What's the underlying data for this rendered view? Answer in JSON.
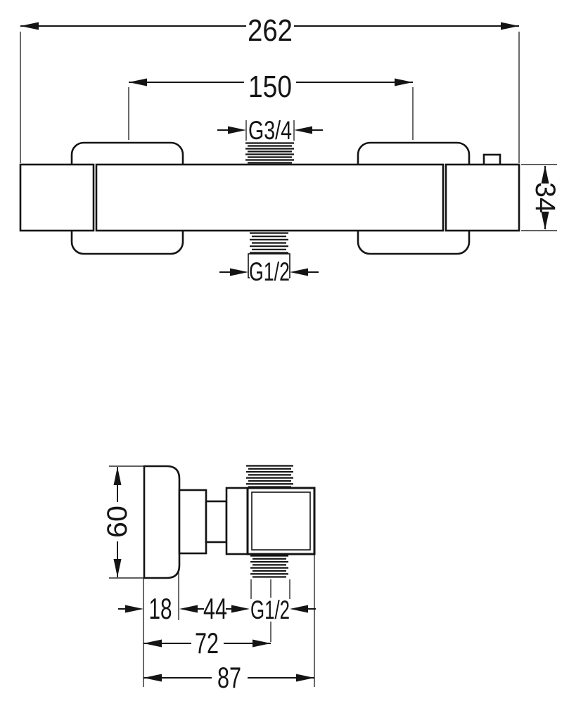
{
  "drawing": {
    "type": "technical-dimension-drawing",
    "subject": "thermostatic shower bar mixer, front and side views with dimensions",
    "line_color": "#141414",
    "background": "#ffffff",
    "front_view": {
      "labels": {
        "total_width": "262",
        "handle_center_distance": "150",
        "top_outlet_thread": "G3/4",
        "body_height": "34",
        "bottom_outlet_thread": "G1/2"
      }
    },
    "side_view": {
      "labels": {
        "handle_height": "60",
        "handle_depth": "18",
        "body_depth": "44",
        "outlet_thread": "G1/2",
        "handle_to_outlet_center": "72",
        "total_depth": "87"
      }
    }
  }
}
